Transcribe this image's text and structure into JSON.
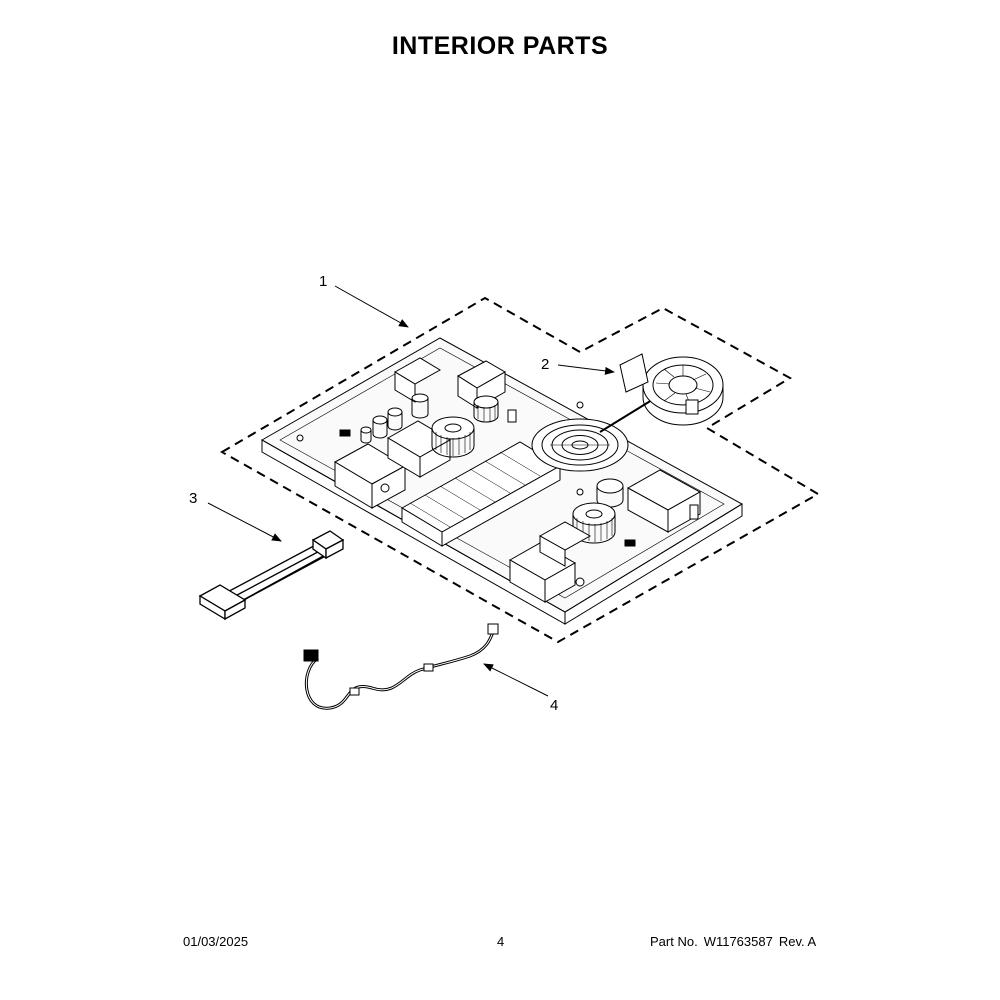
{
  "title": "INTERIOR PARTS",
  "callouts": [
    "1",
    "2",
    "3",
    "4"
  ],
  "footer": {
    "date": "01/03/2025",
    "page": "4",
    "part_label": "Part No.",
    "part_number": "W11763587",
    "revision": "Rev.  A"
  }
}
